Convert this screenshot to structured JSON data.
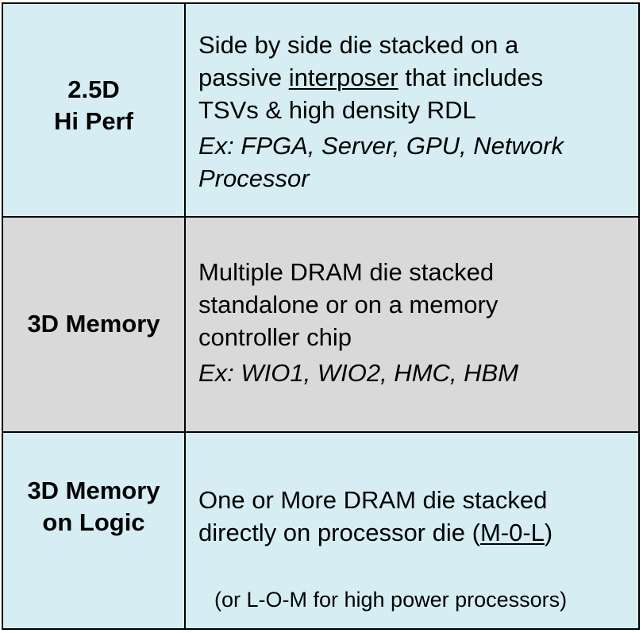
{
  "colors": {
    "row1_bg": "#d6eef3",
    "row2_bg": "#d9d9d9",
    "row3_bg": "#d6eef3",
    "border": "#000000"
  },
  "rows": [
    {
      "label_lines": [
        "2.5D",
        "Hi Perf"
      ],
      "desc": {
        "line1": "Side by side die stacked on a",
        "line2_pre": "passive ",
        "line2_underlined": "interposer",
        "line2_post": " that includes",
        "line3": "TSVs & high density RDL"
      },
      "example_lines": [
        "Ex: FPGA, Server, GPU, Network",
        "Processor"
      ]
    },
    {
      "label_lines": [
        "3D Memory"
      ],
      "desc_lines": [
        "Multiple DRAM die stacked",
        "standalone or on a memory",
        "controller chip"
      ],
      "example_lines": [
        "Ex: WIO1, WIO2, HMC, HBM"
      ]
    },
    {
      "label_lines": [
        "3D Memory",
        "on Logic"
      ],
      "desc": {
        "line1": "One or More DRAM die stacked",
        "line2_pre": "directly on processor die (",
        "line2_underlined": "M-0-L",
        "line2_post": ")"
      },
      "note": "(or L-O-M for high power processors)"
    }
  ]
}
